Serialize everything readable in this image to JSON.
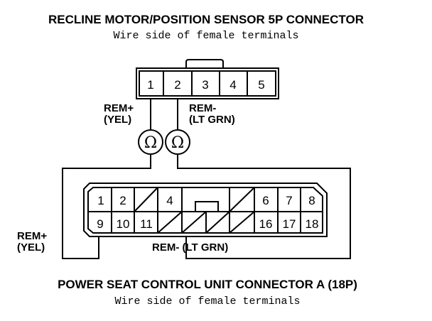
{
  "top_connector": {
    "title": "RECLINE MOTOR/POSITION SENSOR 5P CONNECTOR",
    "subtitle": "Wire side of female terminals",
    "pins": [
      "1",
      "2",
      "3",
      "4",
      "5"
    ],
    "wire_a_label_line1": "REM+",
    "wire_a_label_line2": "(YEL)",
    "wire_b_label_line1": "REM-",
    "wire_b_label_line2": "(LT GRN)"
  },
  "meters": {
    "symbol": "Ω"
  },
  "bottom_connector": {
    "title": "POWER SEAT CONTROL UNIT CONNECTOR A (18P)",
    "subtitle": "Wire side of female terminals",
    "top_row": [
      "1",
      "2",
      "",
      "4",
      "",
      "",
      "",
      "6",
      "7",
      "8"
    ],
    "bottom_row": [
      "9",
      "10",
      "11",
      "",
      "",
      "",
      "",
      "16",
      "17",
      "18"
    ],
    "wire_a_label_line1": "REM+",
    "wire_a_label_line2": "(YEL)",
    "wire_b_label": "REM- (LT GRN)"
  }
}
